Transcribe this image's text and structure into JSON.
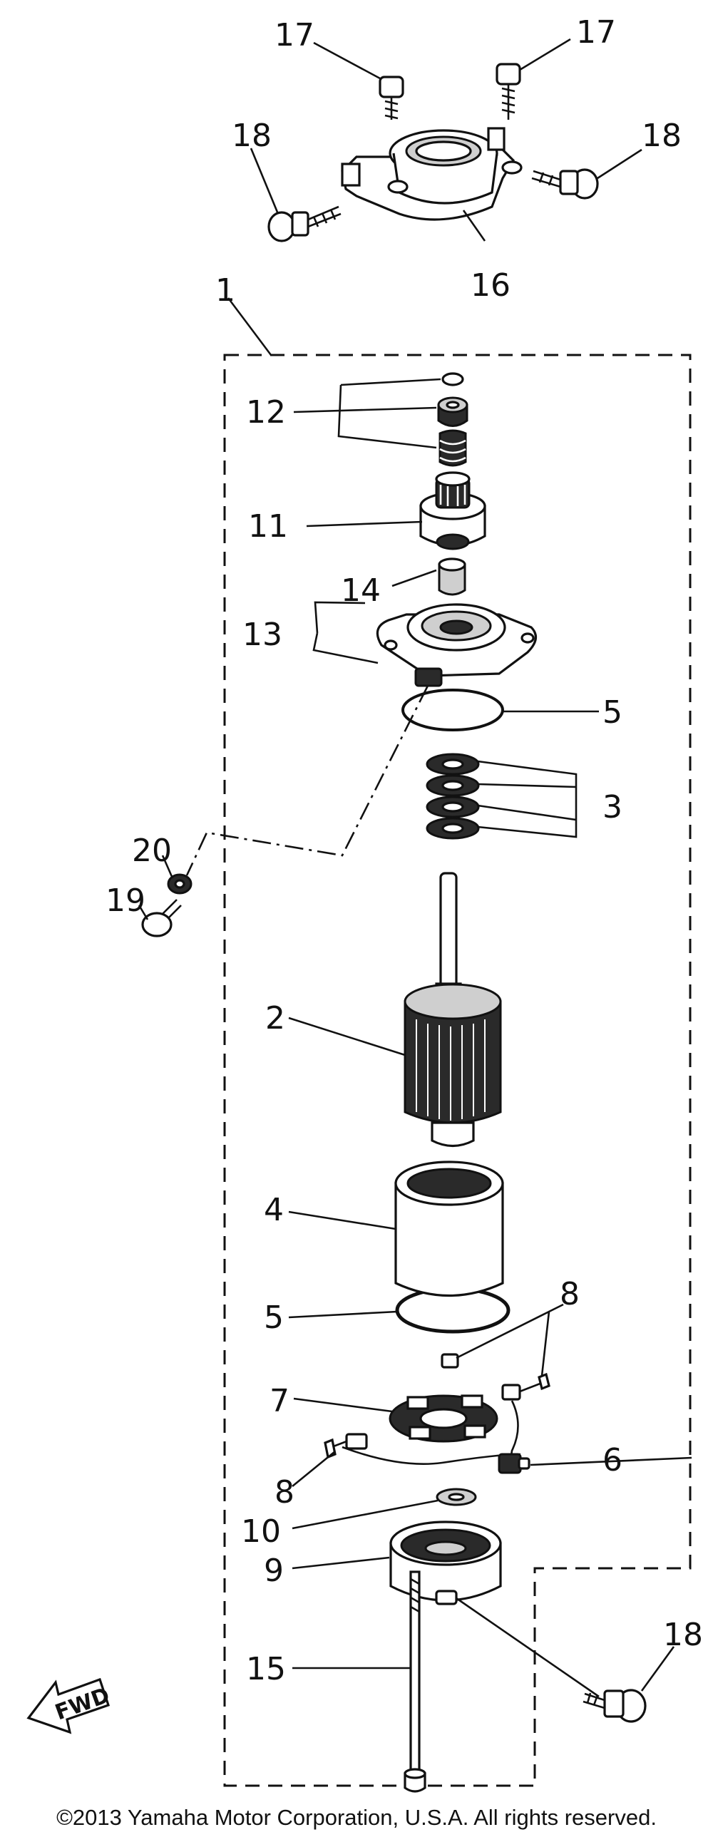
{
  "callouts": {
    "c1": "1",
    "c2": "2",
    "c3": "3",
    "c4": "4",
    "c5a": "5",
    "c5b": "5",
    "c6": "6",
    "c7": "7",
    "c8a": "8",
    "c8b": "8",
    "c9": "9",
    "c10": "10",
    "c11": "11",
    "c12": "12",
    "c13": "13",
    "c14": "14",
    "c15": "15",
    "c16": "16",
    "c17a": "17",
    "c17b": "17",
    "c18a": "18",
    "c18b": "18",
    "c18c": "18",
    "c19": "19",
    "c20": "20"
  },
  "fwd_label": "FWD",
  "copyright": "©2013 Yamaha Motor Corporation, U.S.A. All rights reserved."
}
